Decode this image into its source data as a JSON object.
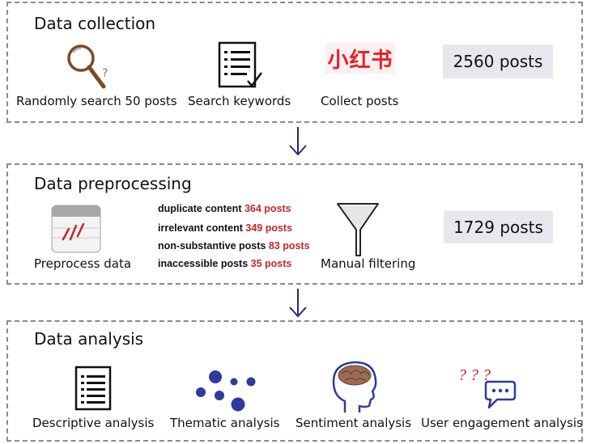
{
  "collection": {
    "title": "Data collection",
    "steps": [
      {
        "label": "Randomly search 50 posts",
        "icon": "magnifier-question-icon"
      },
      {
        "label": "Search keywords",
        "icon": "checklist-icon"
      },
      {
        "label": "Collect posts",
        "icon": "xiaohongshu-logo"
      }
    ],
    "logo_text": "小红书",
    "count": "2560 posts"
  },
  "preprocessing": {
    "title": "Data preprocessing",
    "step_label": "Preprocess data",
    "reasons": [
      {
        "text": "duplicate content",
        "count": "364 posts"
      },
      {
        "text": "irrelevant content",
        "count": "349 posts"
      },
      {
        "text": "non-substantive posts",
        "count": "83 posts"
      },
      {
        "text": "inaccessible posts",
        "count": "35 posts"
      }
    ],
    "filter_label": "Manual filtering",
    "count": "1729 posts"
  },
  "analysis": {
    "title": "Data analysis",
    "steps": [
      {
        "label": "Descriptive analysis",
        "icon": "list-document-icon"
      },
      {
        "label": "Thematic analysis",
        "icon": "dots-cluster-icon"
      },
      {
        "label": "Sentiment analysis",
        "icon": "head-brain-icon"
      },
      {
        "label": "User engagement analysis",
        "icon": "chat-bubble-question-icon"
      }
    ]
  },
  "colors": {
    "border": "#8a8a8a",
    "arrow": "#2b2a6e",
    "accent_red": "#c0282d",
    "logo_red": "#e8202a",
    "dot_blue": "#2e3a9e",
    "count_bg": "#e7e7ee"
  }
}
